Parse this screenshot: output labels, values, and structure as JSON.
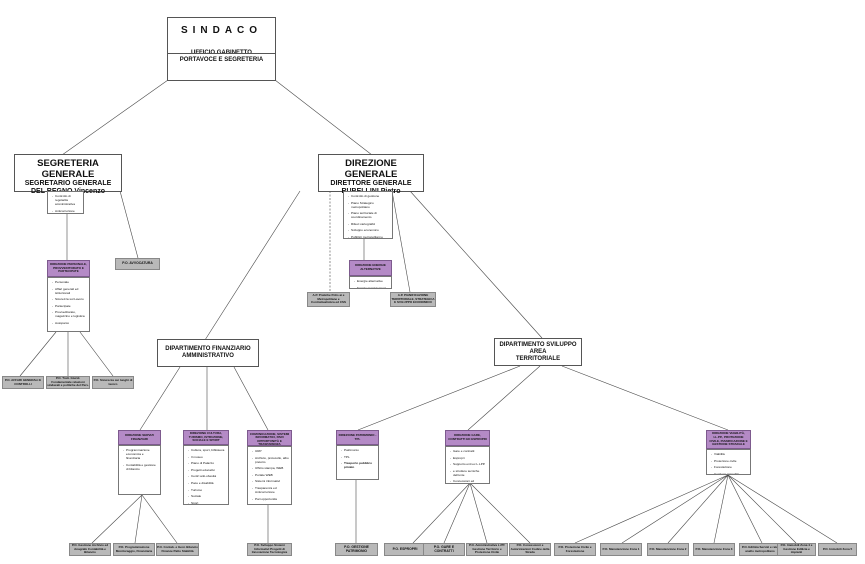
{
  "sindaco": {
    "title": "SINDACO",
    "line1": "UFFICIO GABINETTO",
    "line2": "PORTAVOCE E SEGRETERIA"
  },
  "segreteria": {
    "line1": "SEGRETERIA GENERALE",
    "line2": "SEGRETARIO GENERALE",
    "line3": "DEL REGNO Vincenzo",
    "items": [
      "Controllo di regolarità amministrativa",
      "Anticorruzione"
    ],
    "avvocatura": "P.O. AVVOCATURA",
    "personale": {
      "title": "DIREZIONE PERSONALE, PROVVEDITORATO E PARTECIPATE",
      "items": [
        "Personale",
        "Affari generali ed istituzionali",
        "Sicurezza sul Lavoro",
        "Partecipate",
        "Provveditorato, magazzino e logistica",
        "Autoparco"
      ]
    },
    "po": [
      "P.O. AFFARI GENERALI E CONTROLLI",
      "P.O. Tratt. Giurid. Fondamentale relazioni sindacali e politiche del Pers.",
      "P.O. Sicurezza sui luoghi di lavoro"
    ]
  },
  "direzione": {
    "line1": "DIREZIONE GENERALE",
    "line2": "DIRETTORE GENERALE",
    "line3": "RUBELLINI Pietro",
    "items": [
      "Controllo di gestione",
      "Piano Strategico metropolitano",
      "Piano territoriale di coordinamento",
      "Rilievi cartografici",
      "Sviluppo economico",
      "Pubblici metropolitani e Comitato comunale e CSS"
    ],
    "energia": {
      "title": "DIREZIONE ENERGIE ALTERNATIVE",
      "items": [
        "Energie alternative",
        "Energy management"
      ]
    },
    "po_left": "A.P. Pratiche Polis ai e Metropolitane e Contrattualistica ed CSS",
    "po_right": "A.P. PIANIFICAZIONE TERRITORIALE, STRATEGICA E SVILUPPO ECONOMICO"
  },
  "finanziario": {
    "line1": "DIPARTIMENTO FINANZIARIO",
    "line2": "AMMINISTRATIVO",
    "servizi": {
      "title": "DIREZIONE SERVIZI FINANZIARI",
      "items": [
        "Programmazione economica e finanziaria",
        "Contabilità e gestione di bilancio"
      ]
    },
    "cultura": {
      "title": "DIREZIONE CULTURA, TURISMO, ISTRUZIONE, SOCIALE E SPORT",
      "items": [
        "Cultura, sport, biblioteca",
        "Il museo",
        "Piano di Palazzo",
        "Progetti educativi",
        "Centri anti-obesità",
        "Pace e disabilità",
        "Turismo",
        "Sociale",
        "Sport"
      ]
    },
    "urp": {
      "title": "DIREZIONE URP, COMUNICAZIONE, SISTEMI INFORMATICI, PARI OPPORTUNITÀ E TRASPARENZA",
      "items": [
        "URP",
        "Archivio, protocollo, albo pretorio",
        "Ufficio stampa, WEB",
        "Portale WEB",
        "Sistemi informativi",
        "Trasparenza ed Anticorruzione",
        "Pari opportunità"
      ]
    },
    "po": [
      "P.O. Gestione Archivio ed Anagrafe Contabilità e Bilancio",
      "P.O. Programmazione Monitoraggio, Finanziaria",
      "P.O. Contab. e Gest. Bilancio Finanze Patto Stabilità"
    ],
    "po_urp": "P.O. Sviluppo Sistemi Informativi Progetti di Innovazione Tecnologica"
  },
  "territorio": {
    "line1": "DIPARTIMENTO SVILUPPO AREA",
    "line2": "TERRITORIALE",
    "patrimonio": {
      "title": "DIREZIONE PATRIMONIO - TPL",
      "items": [
        "Patrimonio",
        "TPL",
        "Trasporto pubblico privato"
      ],
      "strong": [
        "Trasporto pubblico privato"
      ],
      "po": "P.O. GESTIONE PATRIMONIO"
    },
    "gare": {
      "title": "DIREZIONE GARE, CONTRATTI ED ESPROPRI",
      "items": [
        "Gare e contratti",
        "Espropri",
        "Supporto enti ex L.LPP.",
        "e strutture tecniche dell'ente",
        "Concessioni ed autorizzazioni codice della strada"
      ],
      "po": [
        "P.O. ESPROPRI",
        "P.O. GARE E CONTRATTI",
        "P.O. Amministrativa L.PP. Gestione Territorio e Protezione Civile",
        "P.O. Concessioni e Autorizzazioni Codice della Strada"
      ]
    },
    "lavori": {
      "title": "DIREZIONE VIABILITÀ, LL.PP., PROTEZIONE CIVILE, PIANIFICAZIONE E GESTIONE STRADALE",
      "items": [
        "Viabilità",
        "Protezione civile",
        "Forestazione",
        "Gestione immobili"
      ],
      "po": [
        "P.O. Protezione Civile e Forestazione",
        "P.O. Manutenzione Zona 1",
        "P.O. Manutenzione Zona 2",
        "P.O. Manutenzione Zona 3",
        "P.O. Edilizia Servizi e rete anello metropolitano",
        "P.O. Immobili Zona 4 e Gestione Edilizia e impianti",
        "P.O. Immobili Zona 5"
      ]
    }
  }
}
